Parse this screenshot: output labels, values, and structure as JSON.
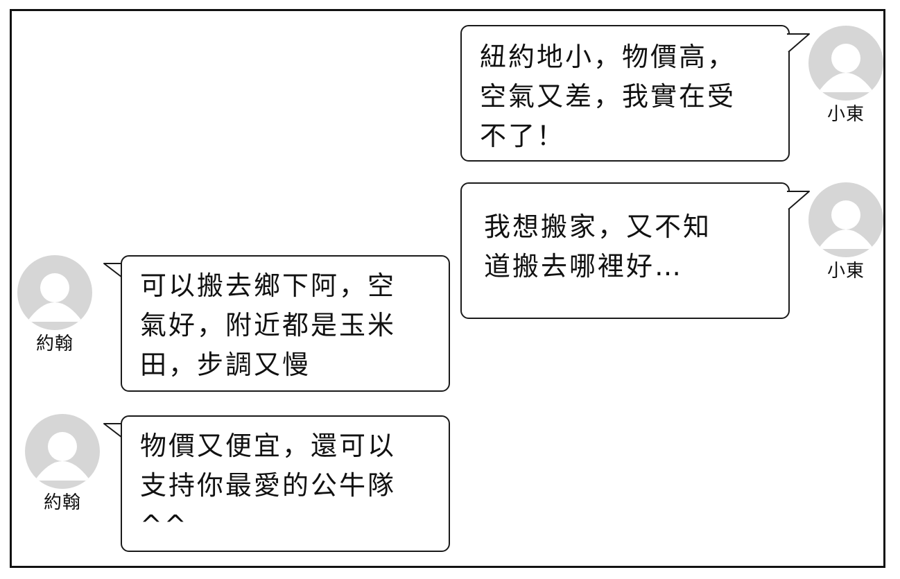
{
  "conversation": {
    "messages": [
      {
        "sender": "小東",
        "lines": [
          "紐約地小，物價高，",
          "空氣又差，我實在受",
          "不了！"
        ]
      },
      {
        "sender": "小東",
        "lines": [
          "我想搬家，又不知",
          "道搬去哪裡好…"
        ]
      },
      {
        "sender": "約翰",
        "lines": [
          "可以搬去鄉下阿，空",
          "氣好，附近都是玉米",
          "田，步調又慢"
        ]
      },
      {
        "sender": "約翰",
        "lines": [
          "物價又便宜，還可以",
          "支持你最愛的公牛隊",
          "^^"
        ]
      }
    ]
  },
  "icons": {
    "avatar": "user-avatar-icon"
  },
  "colors": {
    "background": "#ffffff",
    "border": "#111111",
    "avatar": "#d6d6d6",
    "avatar_figure": "#ffffff"
  }
}
